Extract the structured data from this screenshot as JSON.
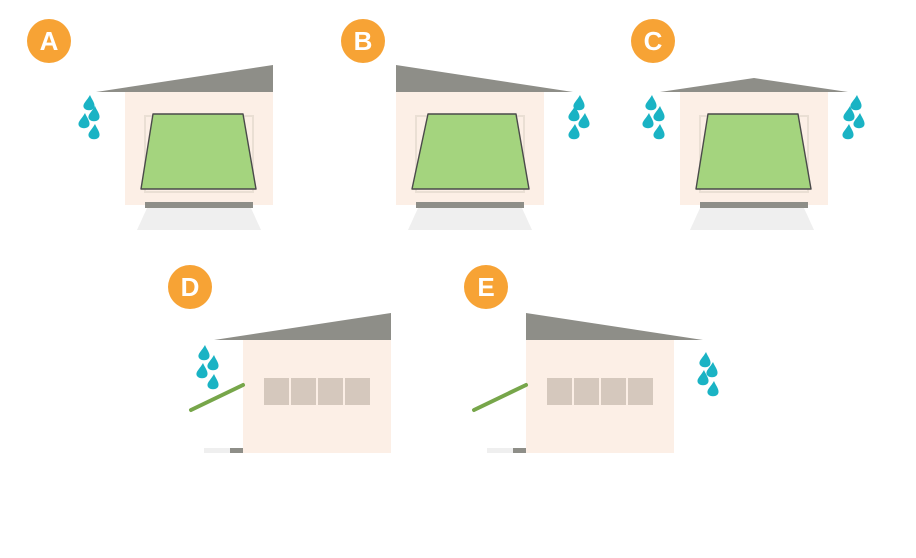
{
  "colors": {
    "badge": "#f7a335",
    "badge_text": "#ffffff",
    "wall": "#fcefe6",
    "roof": "#8e8e88",
    "awning": "#a4d47e",
    "awning_stroke": "#4a4a4a",
    "drop": "#1ab3c4",
    "ground": "#efefef",
    "sill": "#8e8e88",
    "window_pane": "#d5c8bd",
    "support_rod": "#77a64a"
  },
  "panels": [
    {
      "letter": "A",
      "rain": "left"
    },
    {
      "letter": "B",
      "rain": "right"
    },
    {
      "letter": "C",
      "rain": "both"
    },
    {
      "letter": "D",
      "rain": "left"
    },
    {
      "letter": "E",
      "rain": "right"
    }
  ]
}
